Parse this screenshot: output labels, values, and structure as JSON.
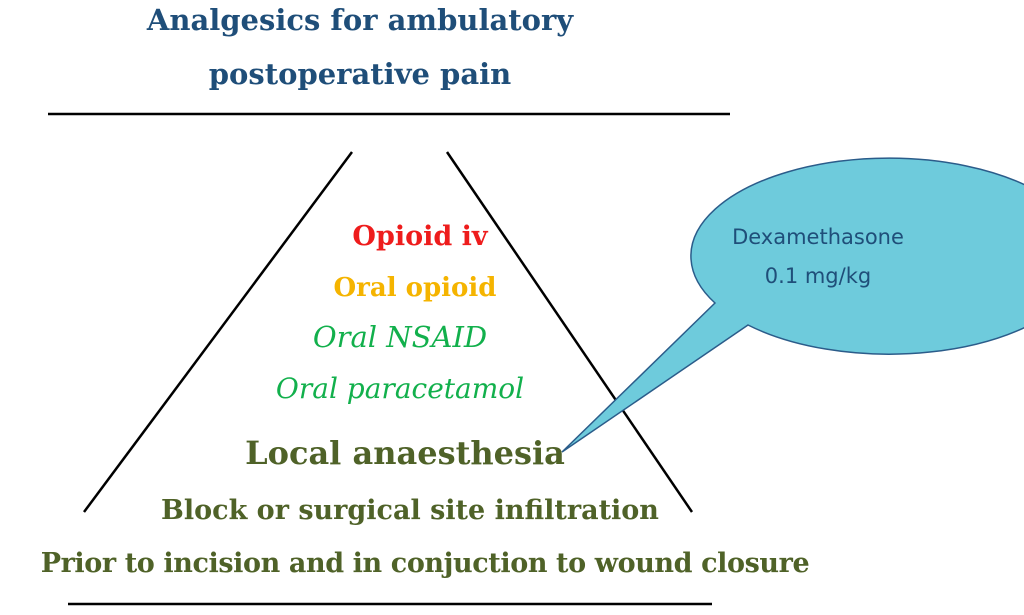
{
  "title": {
    "line1": "Analgesics for ambulatory",
    "line2": "postoperative pain"
  },
  "pyramid": {
    "levels": [
      {
        "label": "Opioid iv",
        "color": "#ee1c1c"
      },
      {
        "label": "Oral opioid",
        "color": "#f5b400"
      },
      {
        "label": "Oral NSAID",
        "color": "#12b04c"
      },
      {
        "label": "Oral paracetamol",
        "color": "#12b04c"
      },
      {
        "label": "Local anaesthesia",
        "color": "#4f6228"
      },
      {
        "label": "Block or surgical site infiltration",
        "color": "#4f6228"
      },
      {
        "label": "Prior to incision and in conjuction to wound closure",
        "color": "#4f6228"
      }
    ]
  },
  "callout": {
    "line1": "Dexamethasone",
    "line2": "0.1 mg/kg",
    "fill_color": "#6ecbdc",
    "border_color": "#2b5c8a"
  }
}
